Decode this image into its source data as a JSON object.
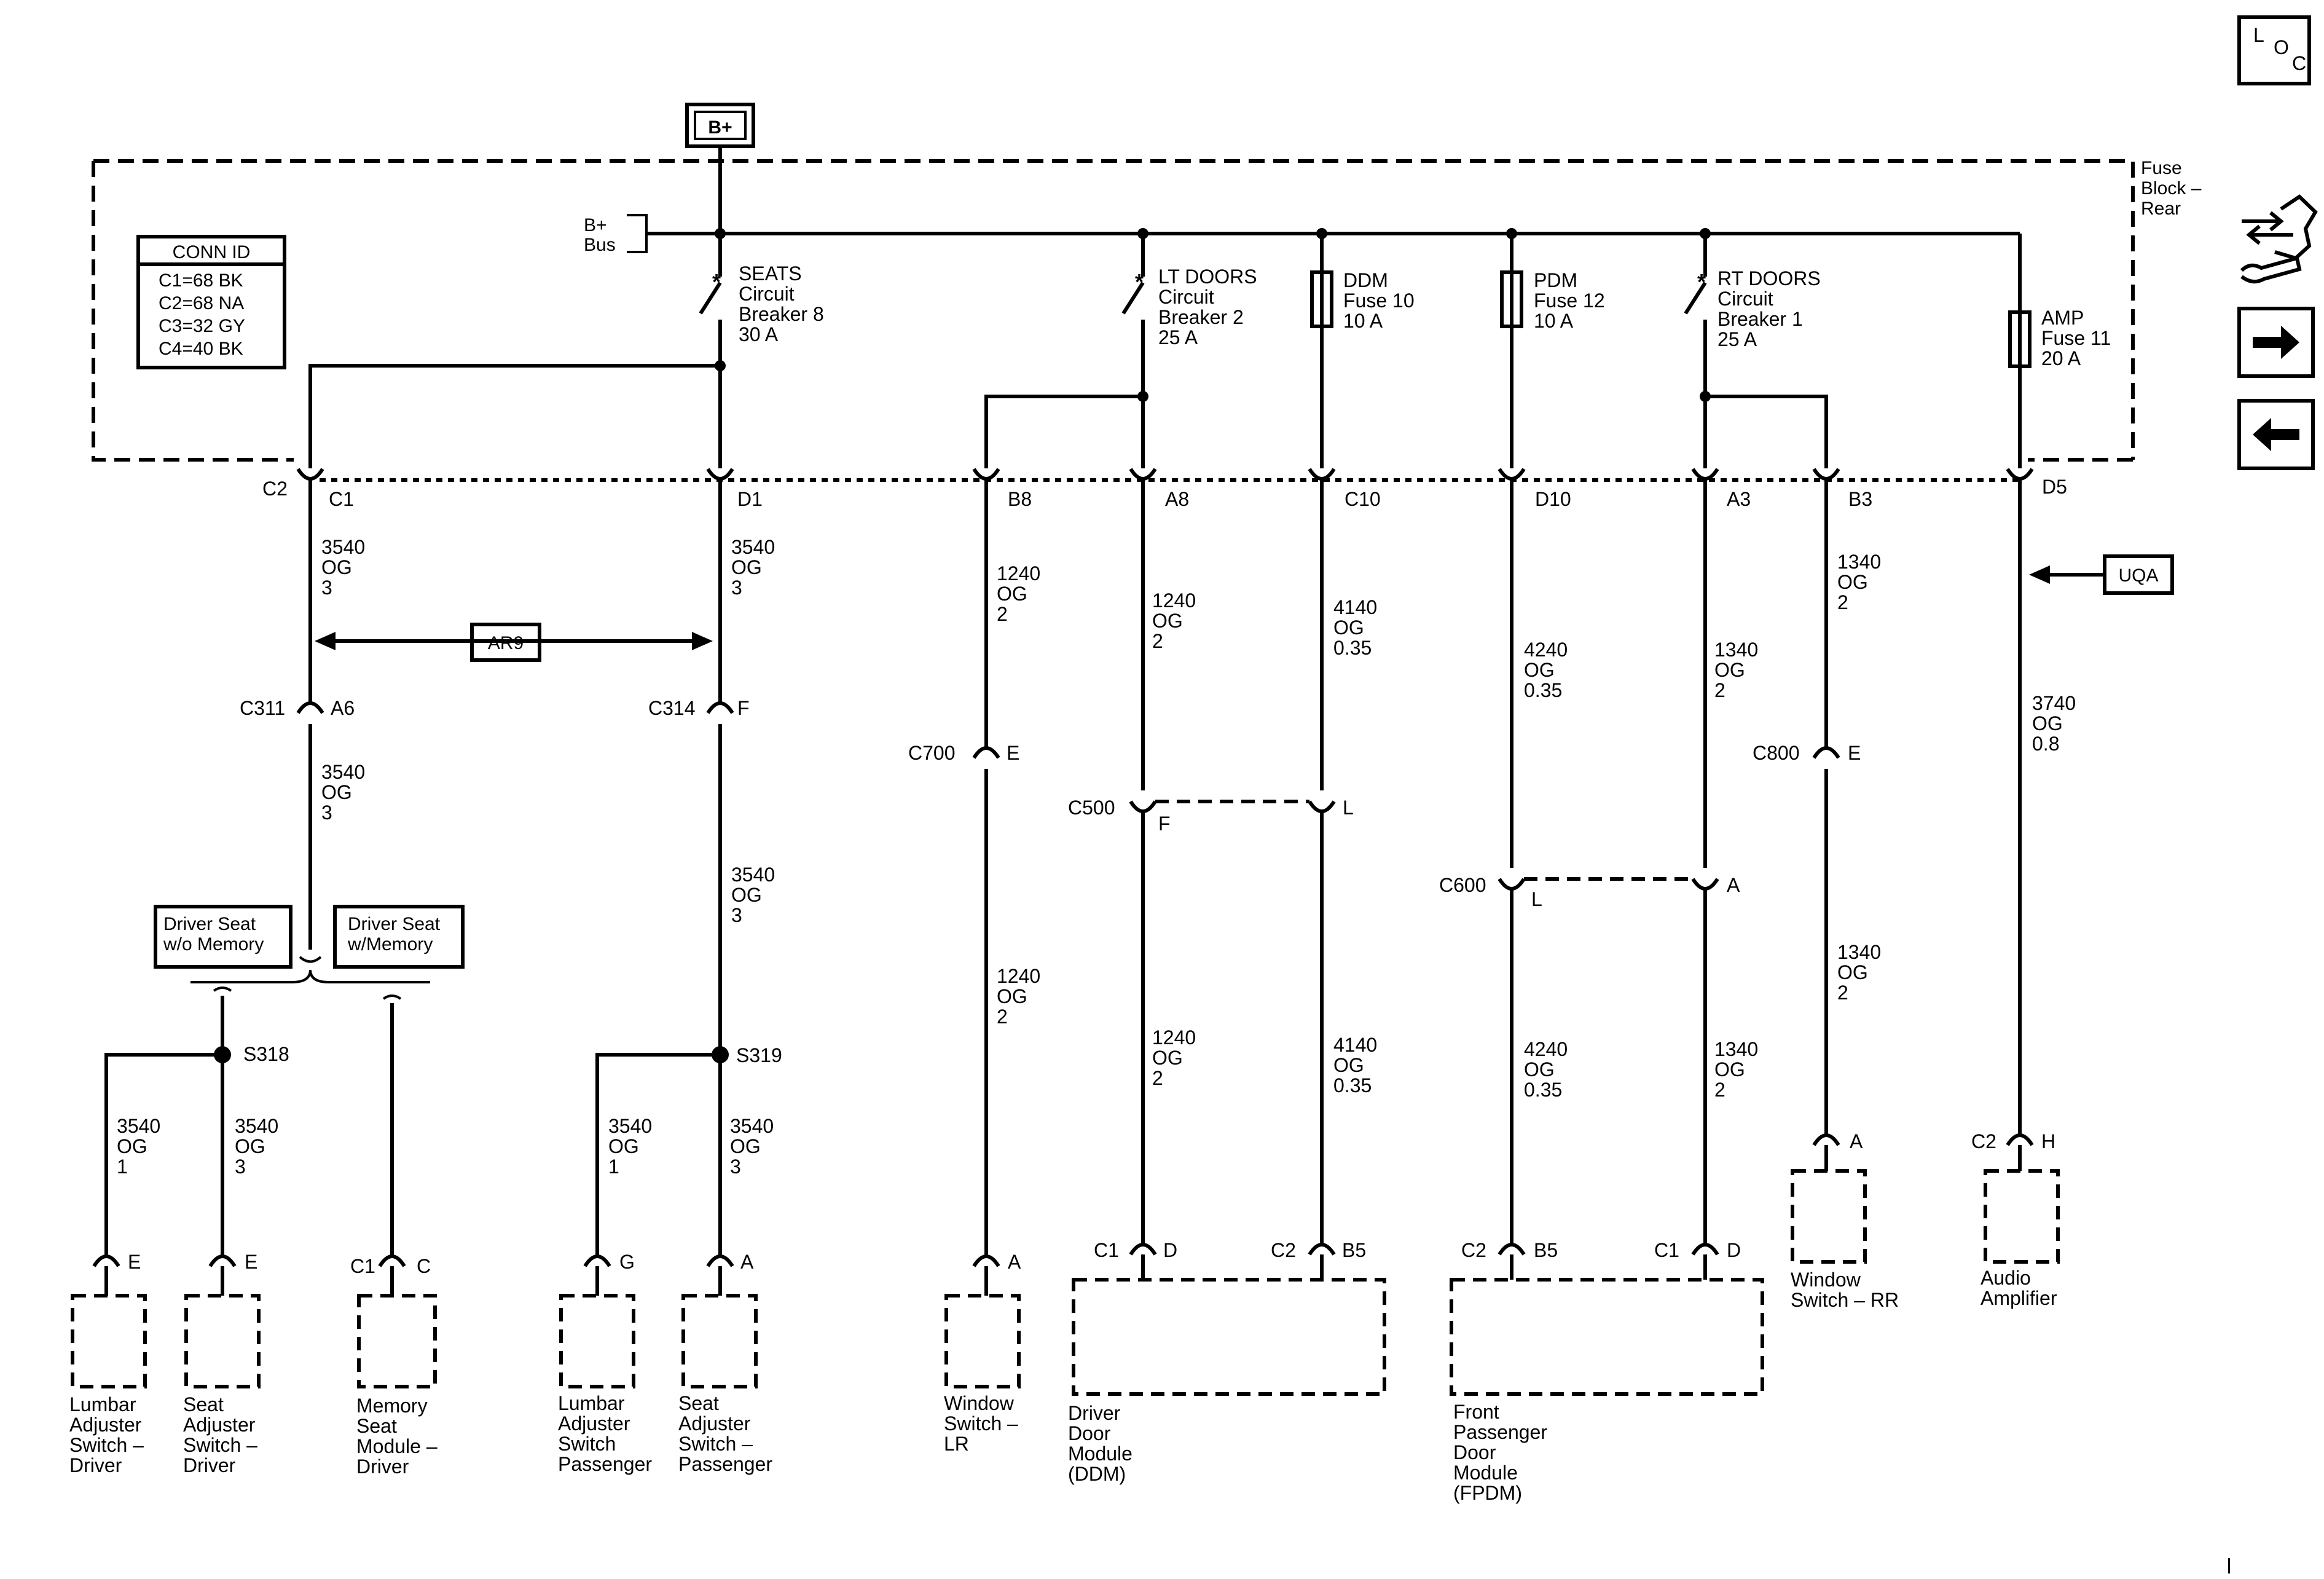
{
  "bplus_box": "B+",
  "fuse_block": [
    "Fuse",
    "Block –",
    "Rear"
  ],
  "bus_label": [
    "B+",
    "Bus"
  ],
  "conn_id": {
    "title": "CONN ID",
    "rows": [
      "C1=68 BK",
      "C2=68 NA",
      "C3=32 GY",
      "C4=40 BK"
    ]
  },
  "protection": {
    "seats": [
      "SEATS",
      "Circuit",
      "Breaker 8",
      "30 A"
    ],
    "lt_doors": [
      "LT DOORS",
      "Circuit",
      "Breaker 2",
      "25 A"
    ],
    "ddm": [
      "DDM",
      "Fuse 10",
      "10 A"
    ],
    "pdm": [
      "PDM",
      "Fuse 12",
      "10 A"
    ],
    "rt_doors": [
      "RT DOORS",
      "Circuit",
      "Breaker 1",
      "25 A"
    ],
    "amp": [
      "AMP",
      "Fuse 11",
      "20 A"
    ]
  },
  "pins": {
    "c2": "C2",
    "c1": "C1",
    "d1": "D1",
    "b8": "B8",
    "a8": "A8",
    "c10": "C10",
    "d10": "D10",
    "a3": "A3",
    "b3": "B3",
    "d5": "D5"
  },
  "wires": {
    "w1": [
      "3540",
      "OG",
      "3"
    ],
    "w2": [
      "3540",
      "OG",
      "3"
    ],
    "w3": [
      "3540",
      "OG",
      "3"
    ],
    "w4": [
      "3540",
      "OG",
      "3"
    ],
    "w5": [
      "1240",
      "OG",
      "2"
    ],
    "w6": [
      "1240",
      "OG",
      "2"
    ],
    "w7": [
      "4140",
      "OG",
      "0.35"
    ],
    "w8": [
      "4240",
      "OG",
      "0.35"
    ],
    "w9": [
      "1340",
      "OG",
      "2"
    ],
    "w10": [
      "1340",
      "OG",
      "2"
    ],
    "w11": [
      "3740",
      "OG",
      "0.8"
    ],
    "w12": [
      "1240",
      "OG",
      "2"
    ],
    "w13": [
      "1240",
      "OG",
      "2"
    ],
    "w14": [
      "4140",
      "OG",
      "0.35"
    ],
    "w15": [
      "4240",
      "OG",
      "0.35"
    ],
    "w16": [
      "1340",
      "OG",
      "2"
    ],
    "w17": [
      "1340",
      "OG",
      "2"
    ],
    "w18": [
      "3540",
      "OG",
      "1"
    ],
    "w19": [
      "3540",
      "OG",
      "3"
    ],
    "w20": [
      "3540",
      "OG",
      "1"
    ],
    "w21": [
      "3540",
      "OG",
      "3"
    ]
  },
  "ar9": "AR9",
  "uqa": "UQA",
  "connectors": {
    "c311": "C311",
    "c311_pin": "A6",
    "c314": "C314",
    "c314_pin": "F",
    "c700": "C700",
    "c700_pin": "E",
    "c500": "C500",
    "c500_pin_f": "F",
    "c500_pin_l": "L",
    "c600": "C600",
    "c600_pin_l": "L",
    "c600_pin_a": "A",
    "c800": "C800",
    "c800_pin": "E"
  },
  "seat_options": {
    "without_memory": [
      "Driver Seat",
      "w/o Memory"
    ],
    "with_memory": [
      "Driver Seat",
      "w/Memory"
    ]
  },
  "splices": {
    "s318": "S318",
    "s319": "S319"
  },
  "component_pins": {
    "lumbar_drv": "E",
    "seat_drv": "E",
    "mem_conn": "C1",
    "mem_pin": "C",
    "lumbar_pass": "G",
    "seat_pass": "A",
    "win_lr": "A",
    "ddm_c1": "C1",
    "ddm_d": "D",
    "ddm_c2": "C2",
    "ddm_b5": "B5",
    "fpdm_c2": "C2",
    "fpdm_b5": "B5",
    "fpdm_c1": "C1",
    "fpdm_d": "D",
    "win_rr": "A",
    "amp_conn": "C2",
    "amp_pin": "H"
  },
  "components": {
    "lumbar_drv": [
      "Lumbar",
      "Adjuster",
      "Switch –",
      "Driver"
    ],
    "seat_drv": [
      "Seat",
      "Adjuster",
      "Switch –",
      "Driver"
    ],
    "memory": [
      "Memory",
      "Seat",
      "Module –",
      "Driver"
    ],
    "lumbar_pass": [
      "Lumbar",
      "Adjuster",
      "Switch",
      "Passenger"
    ],
    "seat_pass": [
      "Seat",
      "Adjuster",
      "Switch –",
      "Passenger"
    ],
    "win_lr": [
      "Window",
      "Switch –",
      "LR"
    ],
    "ddm": [
      "Driver",
      "Door",
      "Module",
      "(DDM)"
    ],
    "fpdm": [
      "Front",
      "Passenger",
      "Door",
      "Module",
      "(FPDM)"
    ],
    "win_rr": [
      "Window",
      "Switch – RR"
    ],
    "amp": [
      "Audio",
      "Amplifier"
    ]
  },
  "loc_icon": [
    "L",
    "O",
    "C"
  ]
}
